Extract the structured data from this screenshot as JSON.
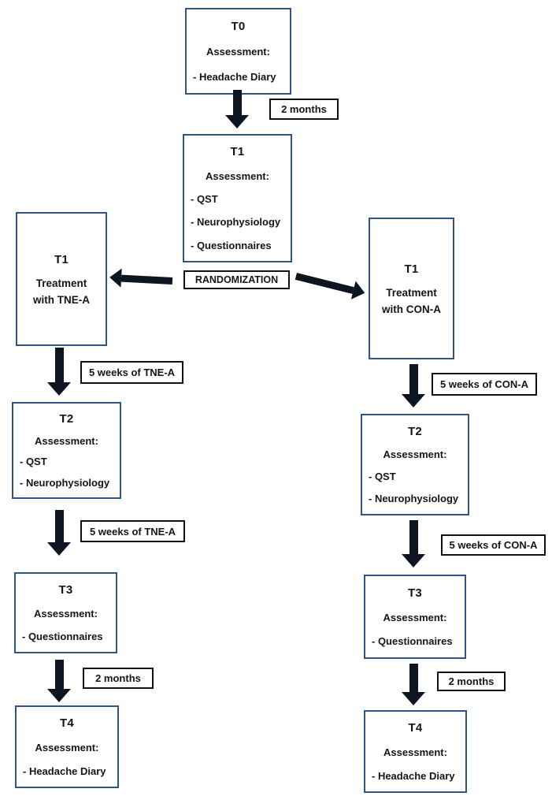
{
  "flow": {
    "colors": {
      "background": "#ffffff",
      "node_border": "#2f5488",
      "label_border": "#111111",
      "arrow": "#0d1520",
      "text": "#14141e"
    },
    "nodes": [
      {
        "id": "t0",
        "title": "T0",
        "subtitle": "Assessment:",
        "items": [
          "- Headache Diary"
        ]
      },
      {
        "id": "t1-baseline",
        "title": "T1",
        "subtitle": "Assessment:",
        "items": [
          "- QST",
          "- Neurophysiology",
          "- Questionnaires"
        ]
      },
      {
        "id": "t1-tne",
        "title": "T1",
        "lines": [
          "Treatment",
          "with TNE-A"
        ]
      },
      {
        "id": "t1-con",
        "title": "T1",
        "lines": [
          "Treatment",
          "with CON-A"
        ]
      },
      {
        "id": "t2-tne",
        "title": "T2",
        "subtitle": "Assessment:",
        "items": [
          "- QST",
          "- Neurophysiology"
        ]
      },
      {
        "id": "t2-con",
        "title": "T2",
        "subtitle": "Assessment:",
        "items": [
          "- QST",
          "- Neurophysiology"
        ]
      },
      {
        "id": "t3-tne",
        "title": "T3",
        "subtitle": "Assessment:",
        "items": [
          "- Questionnaires"
        ]
      },
      {
        "id": "t3-con",
        "title": "T3",
        "subtitle": "Assessment:",
        "items": [
          "- Questionnaires"
        ]
      },
      {
        "id": "t4-tne",
        "title": "T4",
        "subtitle": "Assessment:",
        "items": [
          "- Headache Diary"
        ]
      },
      {
        "id": "t4-con",
        "title": "T4",
        "subtitle": "Assessment:",
        "items": [
          "- Headache Diary"
        ]
      }
    ],
    "labels": [
      {
        "id": "interval-t0-t1",
        "text": "2 months"
      },
      {
        "id": "randomization",
        "text": "RANDOMIZATION"
      },
      {
        "id": "interval-tne-t1t2",
        "text": "5 weeks of TNE-A"
      },
      {
        "id": "interval-tne-t2t3",
        "text": "5 weeks of TNE-A"
      },
      {
        "id": "interval-tne-t3t4",
        "text": "2 months"
      },
      {
        "id": "interval-con-t1t2",
        "text": "5 weeks of CON-A"
      },
      {
        "id": "interval-con-t2t3",
        "text": "5 weeks of CON-A"
      },
      {
        "id": "interval-con-t3t4",
        "text": "2 months"
      }
    ]
  }
}
